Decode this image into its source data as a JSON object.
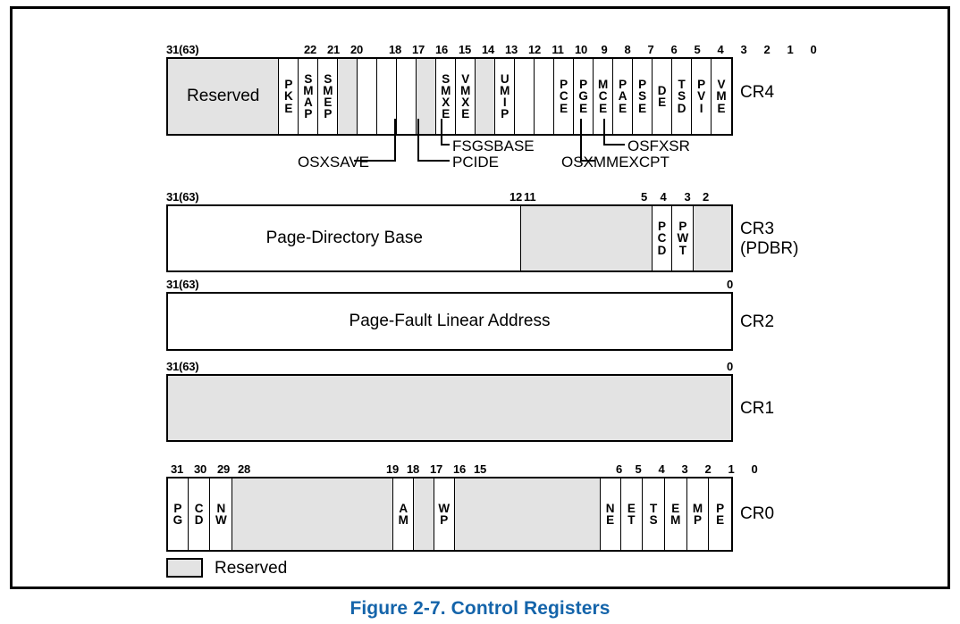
{
  "figure": {
    "caption": "Figure 2-7.  Control Registers"
  },
  "legend": {
    "swatch_label": "Reserved",
    "reserved_color": "#e3e3e3"
  },
  "registers": [
    {
      "name": "CR4",
      "name_line2": "",
      "left_bit_label": "31(63)",
      "bit_numbers": [
        "31(63)",
        "22",
        "21",
        "20",
        "18",
        "17",
        "16",
        "15",
        "14",
        "13",
        "12",
        "11",
        "10",
        "9",
        "8",
        "7",
        "6",
        "5",
        "4",
        "3",
        "2",
        "1",
        "0"
      ],
      "fields": [
        {
          "label": "Reserved",
          "orient": "h",
          "reserved": true,
          "bits": "31:23"
        },
        {
          "label": "PKE",
          "orient": "v",
          "reserved": false,
          "bits": "22"
        },
        {
          "label": "SMAP",
          "orient": "v",
          "reserved": false,
          "bits": "21"
        },
        {
          "label": "SMEP",
          "orient": "v",
          "reserved": false,
          "bits": "20"
        },
        {
          "label": "",
          "orient": "v",
          "reserved": true,
          "bits": "19"
        },
        {
          "label": "OSXSAVE",
          "orient": "v",
          "reserved": false,
          "bits": "18"
        },
        {
          "label": "PCIDE",
          "orient": "v",
          "reserved": false,
          "bits": "17"
        },
        {
          "label": "FSGSBASE",
          "orient": "v",
          "reserved": false,
          "bits": "16"
        },
        {
          "label": "",
          "orient": "v",
          "reserved": true,
          "bits": "15"
        },
        {
          "label": "SMXE",
          "orient": "v",
          "reserved": false,
          "bits": "14"
        },
        {
          "label": "VMXE",
          "orient": "v",
          "reserved": false,
          "bits": "13"
        },
        {
          "label": "",
          "orient": "v",
          "reserved": true,
          "bits": "12"
        },
        {
          "label": "UMIP",
          "orient": "v",
          "reserved": false,
          "bits": "11"
        },
        {
          "label": "OSXMMEXCPT",
          "orient": "v",
          "reserved": false,
          "bits": "10"
        },
        {
          "label": "OSFXSR",
          "orient": "v",
          "reserved": false,
          "bits": "9"
        },
        {
          "label": "PCE",
          "orient": "v",
          "reserved": false,
          "bits": "8"
        },
        {
          "label": "PGE",
          "orient": "v",
          "reserved": false,
          "bits": "7"
        },
        {
          "label": "MCE",
          "orient": "v",
          "reserved": false,
          "bits": "6"
        },
        {
          "label": "PAE",
          "orient": "v",
          "reserved": false,
          "bits": "5"
        },
        {
          "label": "PSE",
          "orient": "v",
          "reserved": false,
          "bits": "4"
        },
        {
          "label": "DE",
          "orient": "v",
          "reserved": false,
          "bits": "3"
        },
        {
          "label": "TSD",
          "orient": "v",
          "reserved": false,
          "bits": "2"
        },
        {
          "label": "PVI",
          "orient": "v",
          "reserved": false,
          "bits": "1"
        },
        {
          "label": "VME",
          "orient": "v",
          "reserved": false,
          "bits": "0"
        }
      ]
    },
    {
      "name": "CR3",
      "name_line2": "(PDBR)",
      "bit_numbers": [
        "31(63)",
        "12",
        "11",
        "5",
        "4",
        "3",
        "2"
      ],
      "fields": [
        {
          "label": "Page-Directory Base",
          "orient": "h",
          "reserved": false,
          "bits": "31:12"
        },
        {
          "label": "",
          "orient": "v",
          "reserved": true,
          "bits": "11:5"
        },
        {
          "label": "PCD",
          "orient": "v",
          "reserved": false,
          "bits": "4"
        },
        {
          "label": "PWT",
          "orient": "v",
          "reserved": false,
          "bits": "3"
        },
        {
          "label": "",
          "orient": "v",
          "reserved": true,
          "bits": "2:0"
        }
      ]
    },
    {
      "name": "CR2",
      "name_line2": "",
      "bit_numbers": [
        "31(63)",
        "0"
      ],
      "fields": [
        {
          "label": "Page-Fault Linear Address",
          "orient": "h",
          "reserved": false,
          "bits": "31:0"
        }
      ]
    },
    {
      "name": "CR1",
      "name_line2": "",
      "bit_numbers": [
        "31(63)",
        "0"
      ],
      "fields": [
        {
          "label": "",
          "orient": "h",
          "reserved": true,
          "bits": "31:0"
        }
      ]
    },
    {
      "name": "CR0",
      "name_line2": "",
      "bit_numbers": [
        "31",
        "30",
        "29",
        "28",
        "19",
        "18",
        "17",
        "16",
        "15",
        "6",
        "5",
        "4",
        "3",
        "2",
        "1",
        "0"
      ],
      "fields": [
        {
          "label": "PG",
          "orient": "v",
          "reserved": false,
          "bits": "31"
        },
        {
          "label": "CD",
          "orient": "v",
          "reserved": false,
          "bits": "30"
        },
        {
          "label": "NW",
          "orient": "v",
          "reserved": false,
          "bits": "29"
        },
        {
          "label": "",
          "orient": "v",
          "reserved": true,
          "bits": "28:19"
        },
        {
          "label": "AM",
          "orient": "v",
          "reserved": false,
          "bits": "18"
        },
        {
          "label": "",
          "orient": "v",
          "reserved": true,
          "bits": "17"
        },
        {
          "label": "WP",
          "orient": "v",
          "reserved": false,
          "bits": "16"
        },
        {
          "label": "",
          "orient": "v",
          "reserved": true,
          "bits": "15:6"
        },
        {
          "label": "NE",
          "orient": "v",
          "reserved": false,
          "bits": "5"
        },
        {
          "label": "ET",
          "orient": "v",
          "reserved": false,
          "bits": "4"
        },
        {
          "label": "TS",
          "orient": "v",
          "reserved": false,
          "bits": "3"
        },
        {
          "label": "EM",
          "orient": "v",
          "reserved": false,
          "bits": "2"
        },
        {
          "label": "MP",
          "orient": "v",
          "reserved": false,
          "bits": "1"
        },
        {
          "label": "PE",
          "orient": "v",
          "reserved": false,
          "bits": "0"
        }
      ]
    }
  ],
  "callouts": [
    {
      "label": "OSXSAVE",
      "bit": "18"
    },
    {
      "label": "PCIDE",
      "bit": "17"
    },
    {
      "label": "FSGSBASE",
      "bit": "16"
    },
    {
      "label": "OSXMMEXCPT",
      "bit": "10"
    },
    {
      "label": "OSFXSR",
      "bit": "9"
    }
  ]
}
